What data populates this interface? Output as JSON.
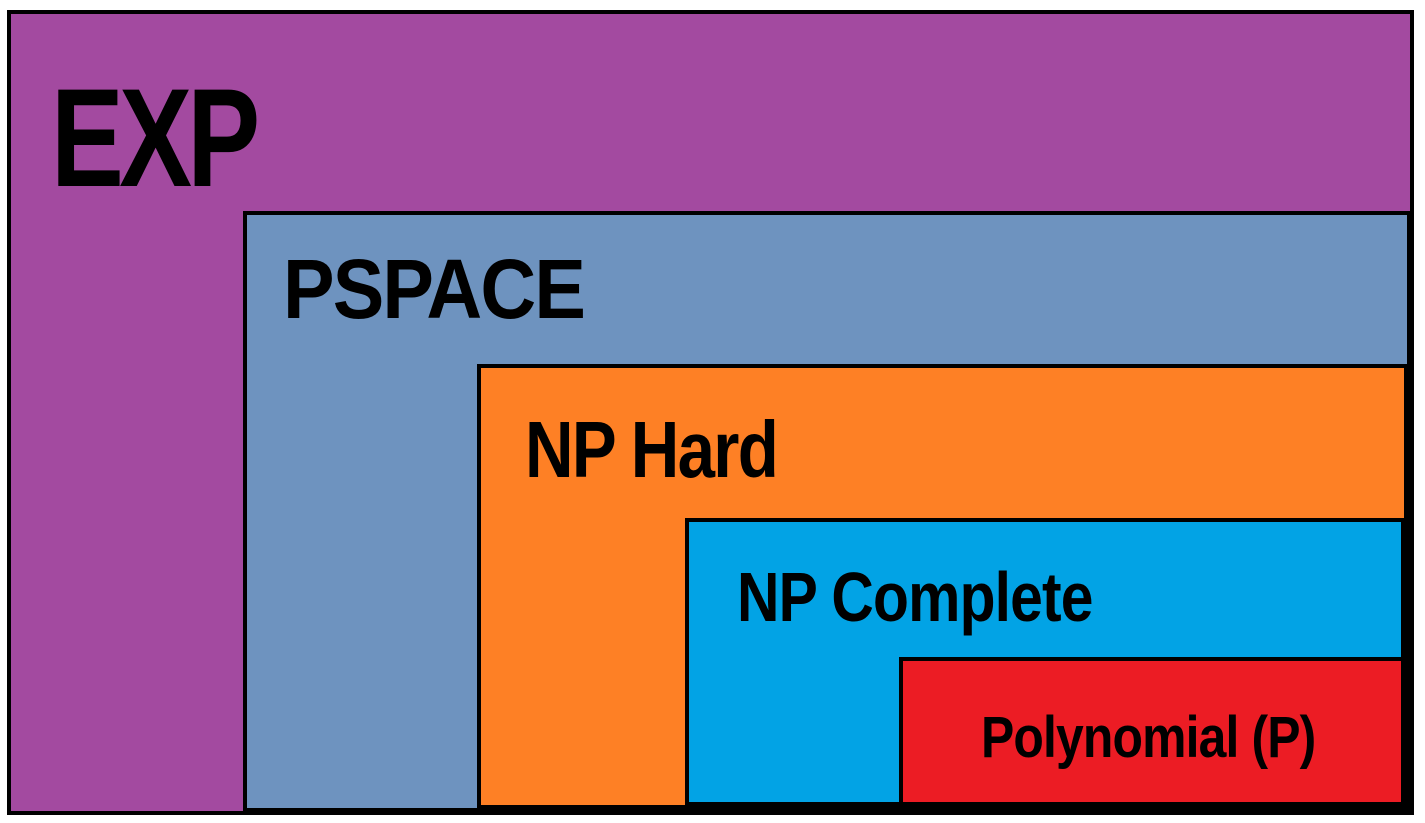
{
  "diagram": {
    "classes": [
      {
        "id": "exp",
        "label": "EXP",
        "color": "#a34aa0"
      },
      {
        "id": "pspace",
        "label": "PSPACE",
        "color": "#6e93bf"
      },
      {
        "id": "nphard",
        "label": "NP Hard",
        "color": "#fe8025"
      },
      {
        "id": "npcomplete",
        "label": "NP Complete",
        "color": "#02a3e5"
      },
      {
        "id": "poly",
        "label": "Polynomial (P)",
        "color": "#ec1c24"
      }
    ],
    "border_color": "#000000"
  }
}
